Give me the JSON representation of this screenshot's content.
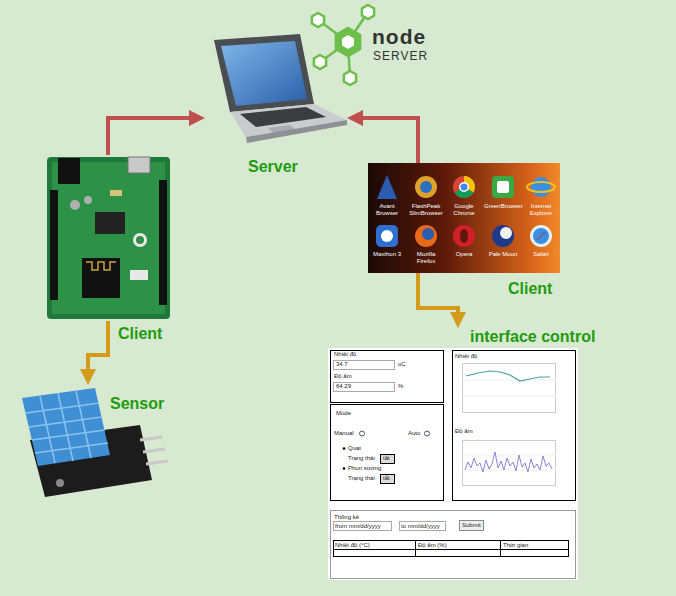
{
  "diagram": {
    "nodes": [
      {
        "text": [
          "Server"
        ]
      },
      {
        "text": [
          "Client"
        ]
      },
      {
        "text": [
          "Client"
        ]
      },
      {
        "text": [
          "Sensor"
        ]
      },
      {
        "text": [
          "interface control"
        ]
      }
    ],
    "edges": [
      {
        "from": 1,
        "to": 0,
        "arrow": "to"
      },
      {
        "from": 2,
        "to": 0,
        "arrow": "to"
      },
      {
        "from": 1,
        "to": 3,
        "arrow": "to"
      },
      {
        "from": 2,
        "to": 4,
        "arrow": "to"
      }
    ],
    "labels": [
      "node",
      "SERVER",
      "Avant Browser",
      "FlashPeak SlimBrowser",
      "Google Chrome",
      "GreenBrowser",
      "Internet Explorer",
      "Maxthon 3",
      "Mozilla Firefox",
      "Opera",
      "Pale Moon",
      "Safari",
      "Nhiệt độ",
      "34.7",
      "oC",
      "Độ ẩm",
      "64.29",
      "%",
      "Mode",
      "Manual",
      "Auto",
      "Quạt",
      "Trạng thái",
      "tắt",
      "Phun sương",
      "Trạng thái",
      "tắt",
      "Nhiệt độ",
      "Độ ẩm",
      "Thống kê",
      "from mm/dd/yyyy",
      "to mm/dd/yyyy",
      "Submit",
      "Nhiệt độ (°C)",
      "Độ ẩm (%)",
      "Thời gian"
    ]
  }
}
